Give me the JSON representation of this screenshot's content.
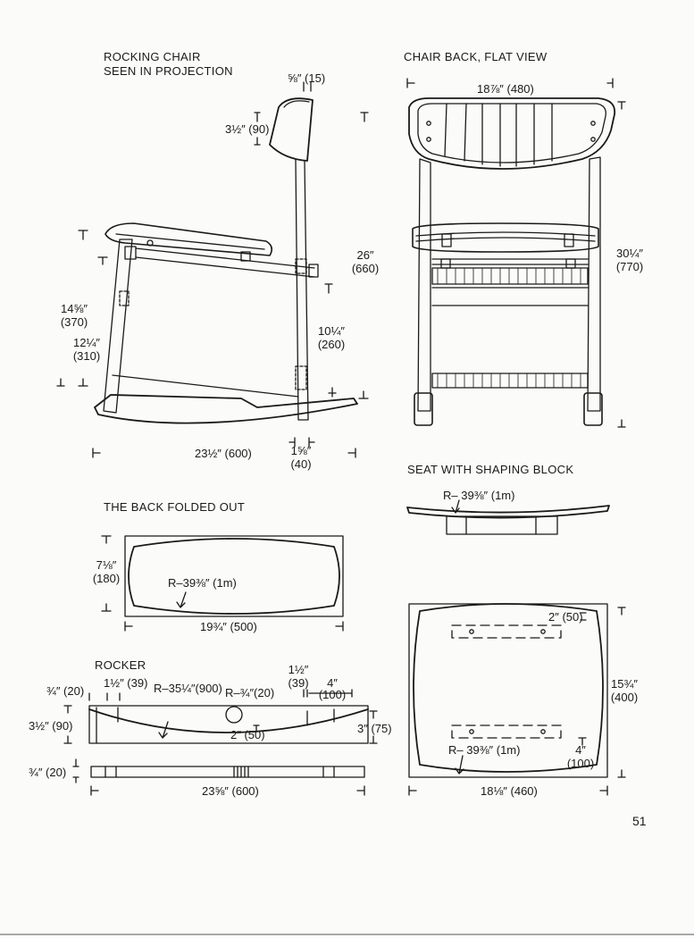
{
  "sections": {
    "projection_title_1": "ROCKING CHAIR",
    "projection_title_2": "SEEN IN PROJECTION",
    "flat_view_title": "CHAIR BACK, FLAT VIEW",
    "folded_title": "THE BACK FOLDED OUT",
    "seat_title": "SEAT WITH SHAPING BLOCK",
    "rocker_title": "ROCKER"
  },
  "projection": {
    "dim_top_thickness": "⅝″ (15)",
    "dim_back_height_in": "3½″ (90)",
    "dim_total_in": "26″",
    "dim_total_mm": "(660)",
    "dim_arm_in": "14⅝″",
    "dim_arm_mm": "(370)",
    "dim_front_leg_in": "12¼″",
    "dim_front_leg_mm": "(310)",
    "dim_rear_in": "10¼″",
    "dim_rear_mm": "(260)",
    "dim_length": "23½″ (600)",
    "dim_post_in": "1⅝″",
    "dim_post_mm": "(40)"
  },
  "flat_view": {
    "dim_width": "18⅞″ (480)",
    "dim_height_in": "30¼″",
    "dim_height_mm": "(770)"
  },
  "folded": {
    "dim_height_in": "7⅛″",
    "dim_height_mm": "(180)",
    "radius": "R–39⅜″ (1m)",
    "dim_width": "19¾″ (500)"
  },
  "seat": {
    "radius_top": "R– 39⅜″ (1m)",
    "dim_block": "2″ (50)",
    "dim_depth_in": "15¾″",
    "dim_depth_mm": "(400)",
    "radius_bottom": "R– 39⅜″ (1m)",
    "dim_corner_in": "4″",
    "dim_corner_mm": "(100)",
    "dim_width": "18⅛″ (460)"
  },
  "rocker": {
    "dim_end_thick": "¾″ (20)",
    "dim_a": "1½″ (39)",
    "radius_large": "R–35¼″(900)",
    "radius_small": "R–¾″(20)",
    "dim_b_in": "1½″",
    "dim_b_mm": "(39)",
    "dim_c_in": "4″",
    "dim_c_mm": "(100)",
    "dim_height": "3½″ (90)",
    "dim_notch": "2″ (50)",
    "dim_right_height": "3″ (75)",
    "dim_plan_thick": "¾″ (20)",
    "dim_length": "23⅝″ (600)"
  },
  "page_number": "51"
}
